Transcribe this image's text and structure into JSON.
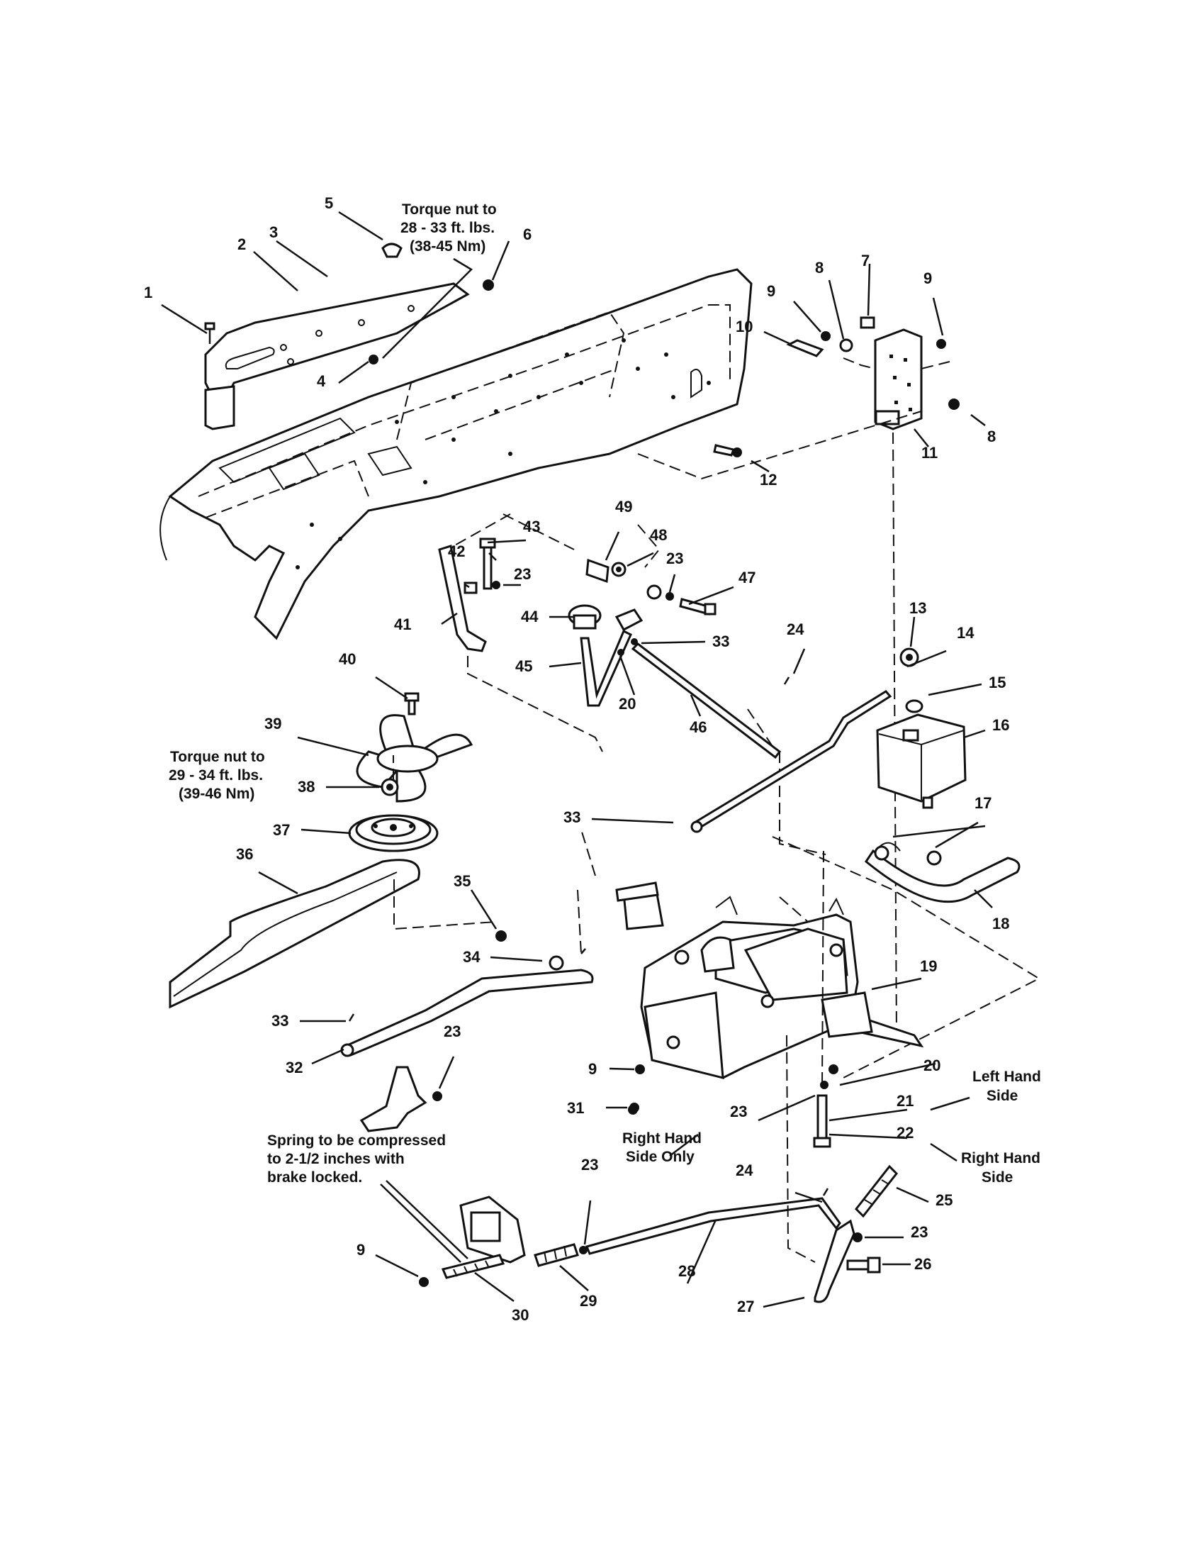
{
  "diagram": {
    "notes": {
      "torque_top": [
        "Torque nut to",
        "28 - 33 ft. lbs.",
        "(38-45 Nm)"
      ],
      "torque_left": [
        "Torque nut to",
        "29 - 34 ft. lbs.",
        "(39-46 Nm)"
      ],
      "left_hand_side": [
        "Left Hand",
        "Side"
      ],
      "right_hand_side": [
        "Right Hand",
        "Side"
      ],
      "right_hand_side_only": [
        "Right Hand",
        "Side Only"
      ],
      "spring_note": [
        "Spring to be compressed",
        "to 2-1/2 inches with",
        "brake locked."
      ]
    },
    "callouts": [
      {
        "id": "c1",
        "text": "1"
      },
      {
        "id": "c2",
        "text": "2"
      },
      {
        "id": "c3",
        "text": "3"
      },
      {
        "id": "c4",
        "text": "4"
      },
      {
        "id": "c5",
        "text": "5"
      },
      {
        "id": "c6",
        "text": "6"
      },
      {
        "id": "c7",
        "text": "7"
      },
      {
        "id": "c8a",
        "text": "8"
      },
      {
        "id": "c8b",
        "text": "8"
      },
      {
        "id": "c9a",
        "text": "9"
      },
      {
        "id": "c9b",
        "text": "9"
      },
      {
        "id": "c9c",
        "text": "9"
      },
      {
        "id": "c9d",
        "text": "9"
      },
      {
        "id": "c10",
        "text": "10"
      },
      {
        "id": "c11",
        "text": "11"
      },
      {
        "id": "c12",
        "text": "12"
      },
      {
        "id": "c13",
        "text": "13"
      },
      {
        "id": "c14",
        "text": "14"
      },
      {
        "id": "c15",
        "text": "15"
      },
      {
        "id": "c16",
        "text": "16"
      },
      {
        "id": "c17",
        "text": "17"
      },
      {
        "id": "c18",
        "text": "18"
      },
      {
        "id": "c19",
        "text": "19"
      },
      {
        "id": "c20a",
        "text": "20"
      },
      {
        "id": "c20b",
        "text": "20"
      },
      {
        "id": "c21",
        "text": "21"
      },
      {
        "id": "c22",
        "text": "22"
      },
      {
        "id": "c23a",
        "text": "23"
      },
      {
        "id": "c23b",
        "text": "23"
      },
      {
        "id": "c23c",
        "text": "23"
      },
      {
        "id": "c23d",
        "text": "23"
      },
      {
        "id": "c23e",
        "text": "23"
      },
      {
        "id": "c23f",
        "text": "23"
      },
      {
        "id": "c24a",
        "text": "24"
      },
      {
        "id": "c24b",
        "text": "24"
      },
      {
        "id": "c25",
        "text": "25"
      },
      {
        "id": "c26",
        "text": "26"
      },
      {
        "id": "c27",
        "text": "27"
      },
      {
        "id": "c28",
        "text": "28"
      },
      {
        "id": "c29",
        "text": "29"
      },
      {
        "id": "c30",
        "text": "30"
      },
      {
        "id": "c31",
        "text": "31"
      },
      {
        "id": "c32",
        "text": "32"
      },
      {
        "id": "c33a",
        "text": "33"
      },
      {
        "id": "c33b",
        "text": "33"
      },
      {
        "id": "c33c",
        "text": "33"
      },
      {
        "id": "c34",
        "text": "34"
      },
      {
        "id": "c35",
        "text": "35"
      },
      {
        "id": "c36",
        "text": "36"
      },
      {
        "id": "c37",
        "text": "37"
      },
      {
        "id": "c38",
        "text": "38"
      },
      {
        "id": "c39",
        "text": "39"
      },
      {
        "id": "c40",
        "text": "40"
      },
      {
        "id": "c41",
        "text": "41"
      },
      {
        "id": "c42",
        "text": "42"
      },
      {
        "id": "c43",
        "text": "43"
      },
      {
        "id": "c44",
        "text": "44"
      },
      {
        "id": "c45",
        "text": "45"
      },
      {
        "id": "c46",
        "text": "46"
      },
      {
        "id": "c47",
        "text": "47"
      },
      {
        "id": "c48",
        "text": "48"
      },
      {
        "id": "c49",
        "text": "49"
      }
    ]
  }
}
